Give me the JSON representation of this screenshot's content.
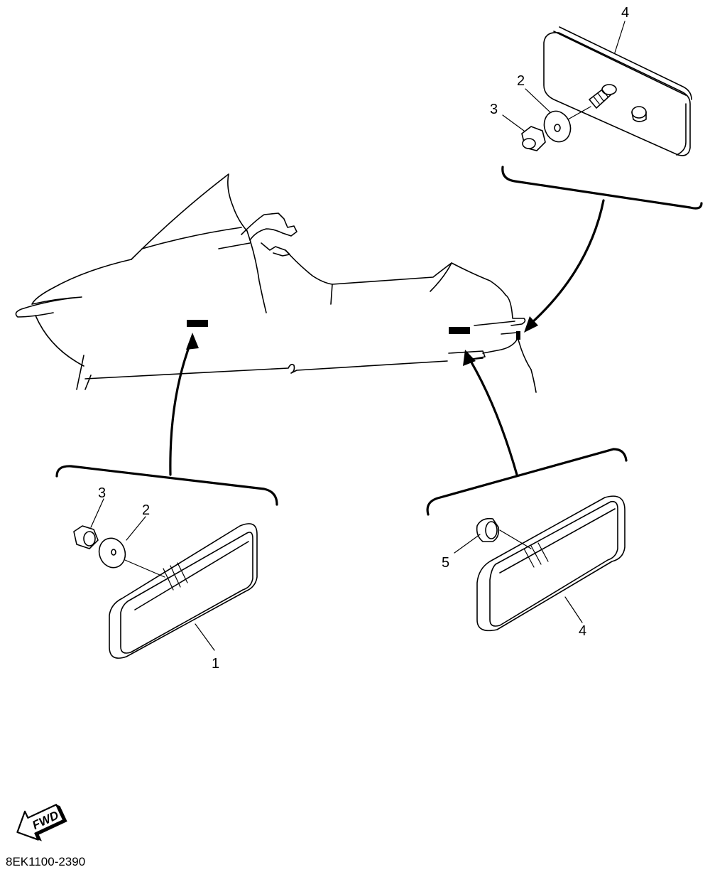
{
  "callouts": {
    "top_reflector": "4",
    "top_washer": "2",
    "top_nut": "3",
    "left_nut": "3",
    "left_washer": "2",
    "left_reflector": "1",
    "right_collar": "5",
    "right_reflector": "4"
  },
  "fwd_label": "FWD",
  "diagram_code": "8EK1100-2390",
  "colors": {
    "ink": "#000000",
    "paper": "#ffffff"
  }
}
